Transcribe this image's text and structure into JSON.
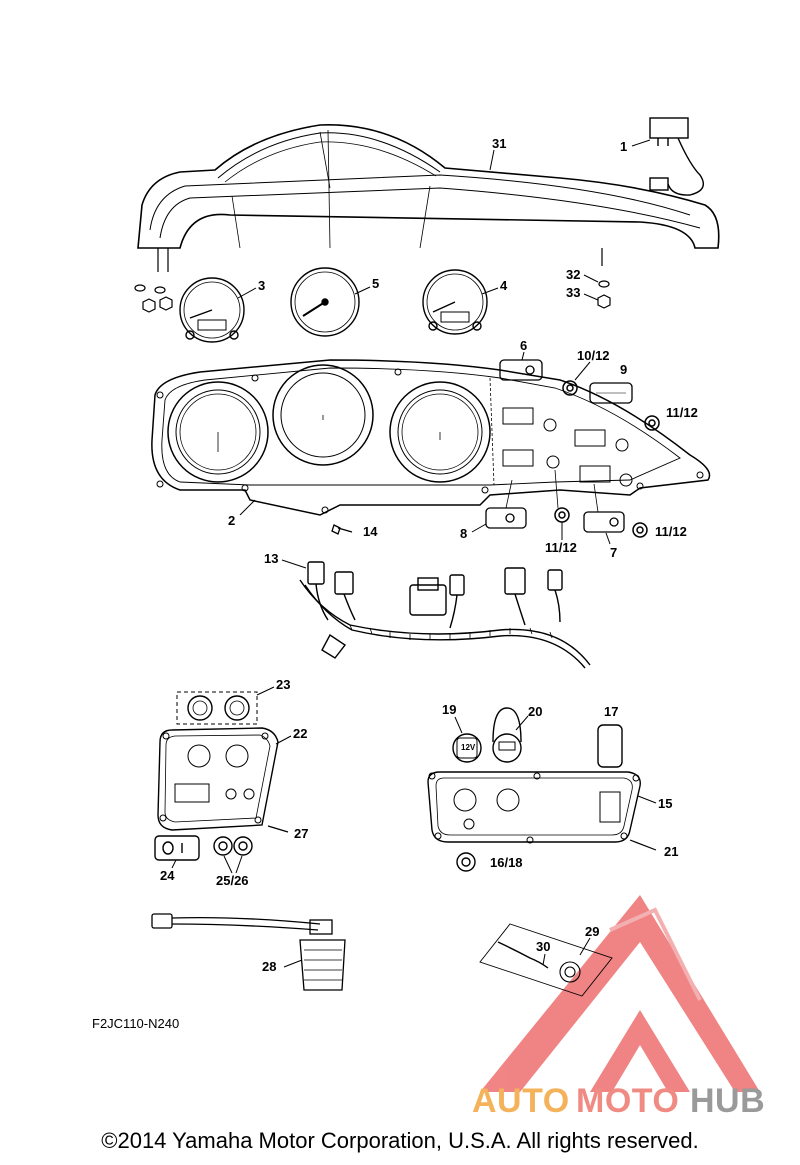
{
  "part_code": "F2JC110-N240",
  "copyright": "©2014 Yamaha Motor Corporation, U.S.A. All rights reserved.",
  "watermark": {
    "part1": "AUTO",
    "part2": "MOTO",
    "part3": "HUB",
    "colors": {
      "auto": "#f4b35b",
      "moto": "#f08b84",
      "hub": "#9a9a9a",
      "logo": "#ee6e6e"
    }
  },
  "callouts": {
    "c1": "1",
    "c2": "2",
    "c3": "3",
    "c4": "4",
    "c5": "5",
    "c6": "6",
    "c7": "7",
    "c8": "8",
    "c9": "9",
    "c10_12": "10/12",
    "c11_12_a": "11/12",
    "c11_12_b": "11/12",
    "c11_12_c": "11/12",
    "c13": "13",
    "c14": "14",
    "c15": "15",
    "c16_18": "16/18",
    "c17": "17",
    "c19": "19",
    "c20": "20",
    "c21": "21",
    "c22": "22",
    "c23": "23",
    "c24": "24",
    "c25_26": "25/26",
    "c27": "27",
    "c28": "28",
    "c29": "29",
    "c30": "30",
    "c31": "31",
    "c32": "32",
    "c33": "33"
  },
  "gauge_text": {
    "twelve_v": "12V"
  }
}
